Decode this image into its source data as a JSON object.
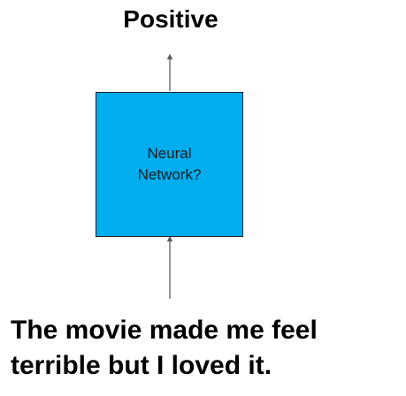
{
  "diagram": {
    "output_label": "Positive",
    "model_label": "Neural Network?",
    "input_text": "The movie made me feel terrible but I loved it.",
    "colors": {
      "box_fill": "#00aeef",
      "box_border": "#1f1f1f",
      "arrow": "#555f66",
      "text": "#000000"
    }
  }
}
